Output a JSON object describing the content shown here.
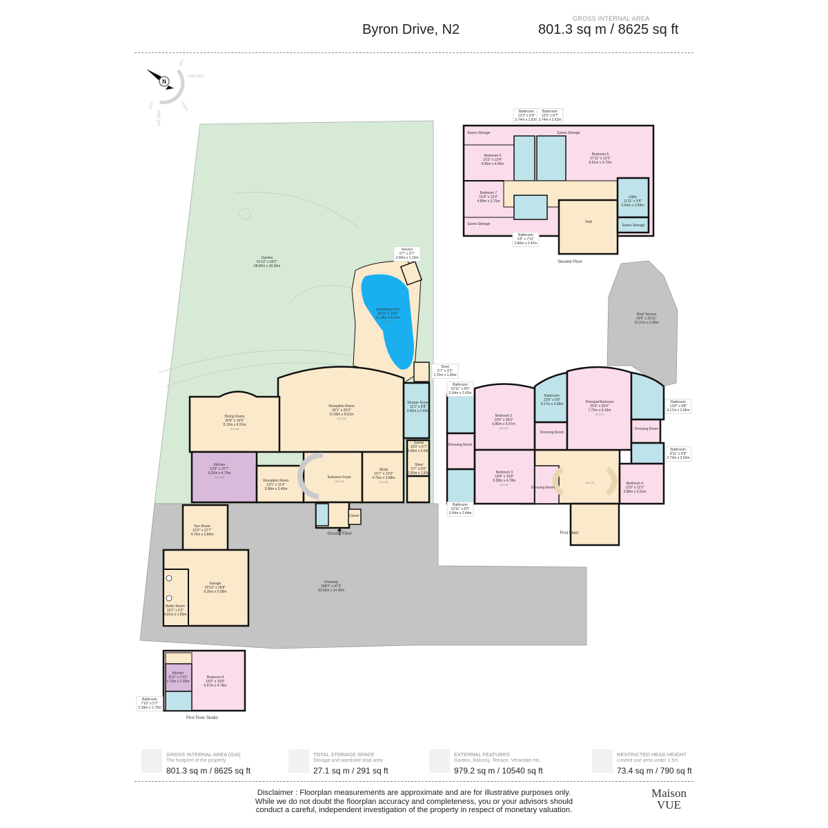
{
  "header": {
    "title": "Byron Drive, N2",
    "gia_label": "GROSS INTERNAL AREA",
    "gia_value": "801.3 sq m / 8625 sq ft"
  },
  "compass": {
    "north": "N",
    "sun_labels": [
      "am",
      "mid am",
      "noon",
      "mid pm",
      "pm"
    ]
  },
  "colors": {
    "garden": "#d6ead6",
    "hall": "#fbe9cc",
    "bedroom": "#fadcea",
    "bathroom": "#bfe3ea",
    "kitchen": "#d9badb",
    "pool": "#1ab0f0",
    "driveway": "#c4c4c4",
    "wall": "#111111"
  },
  "floors": {
    "ground": {
      "label": "Ground Floor",
      "rooms": [
        {
          "name": "Garden",
          "imperial": "91'10\" x 59'1\"",
          "metric": "28.00m x 18.00m"
        },
        {
          "name": "Service",
          "imperial": "6'7\" x 3'7\"",
          "metric": "2.00m x 1.10m"
        },
        {
          "name": "Swimming Pool",
          "imperial": "36'11\" x 19'9\"",
          "metric": "11.24m x 6.01m",
          "ch": "CH 2.90"
        },
        {
          "name": "Shed",
          "imperial": "5'7\" x 3'3\"",
          "metric": "1.70m x 1.00m"
        },
        {
          "name": "Reception Room",
          "imperial": "39'1\" x 26'3\"",
          "metric": "11.90m x 8.01m",
          "ch": "CH 2.90"
        },
        {
          "name": "Dining Room",
          "imperial": "26'8\" x 19'9\"",
          "metric": "8.13m x 6.01m",
          "ch": "CH 2.84"
        },
        {
          "name": "Shower Room",
          "imperial": "11'2\" x 8'8\"",
          "metric": "3.40m x 2.65m"
        },
        {
          "name": "Sauna",
          "imperial": "10'0\" x 6'7\"",
          "metric": "3.06m x 2.00m"
        },
        {
          "name": "Shed",
          "imperial": "6'7\" x 6'0\"",
          "metric": "2.00m x 1.83m"
        },
        {
          "name": "Kitchen",
          "imperial": "19'9\" x 15'7\"",
          "metric": "6.02m x 4.76m",
          "ch": "CH 2.65"
        },
        {
          "name": "Reception Room",
          "imperial": "13'1\" x 11'4\"",
          "metric": "3.98m x 3.45m"
        },
        {
          "name": "Entrance Foyer",
          "ch": "CH 2.96"
        },
        {
          "name": "Study",
          "imperial": "15'7\" x 12'9\"",
          "metric": "4.76m x 3.88m",
          "ch": "CH 2.95"
        },
        {
          "name": "Closet"
        },
        {
          "name": "Sun Room",
          "imperial": "15'5\" x 12'7\"",
          "metric": "4.70m x 3.84m"
        },
        {
          "name": "Garage",
          "imperial": "20'10\" x 18'8\"",
          "metric": "6.35m x 5.68m"
        },
        {
          "name": "Boiler Room",
          "imperial": "16'1\" x 6'2\"",
          "metric": "4.91m x 1.89m"
        },
        {
          "name": "Driveway",
          "imperial": "108'3\" x 47'3\"",
          "metric": "33.00m x 14.40m"
        }
      ]
    },
    "studio": {
      "label": "First Floor Studio",
      "rooms": [
        {
          "name": "Kitchen",
          "imperial": "8'11\" x 7'10\"",
          "metric": "2.73m x 2.39m"
        },
        {
          "name": "Bedroom 8",
          "imperial": "18'3\" x 15'8\"",
          "metric": "5.57m x 4.78m"
        },
        {
          "name": "Bathroom",
          "imperial": "7'10\" x 5'7\"",
          "metric": "2.39m x 1.70m"
        }
      ]
    },
    "first": {
      "label": "First Floor",
      "rooms": [
        {
          "name": "Bathroom",
          "imperial": "10'11\" x 8'0\"",
          "metric": "3.34m x 2.43m"
        },
        {
          "name": "Bedroom 2",
          "imperial": "19'0\" x 18'3\"",
          "metric": "5.80m x 5.57m",
          "ch": "CH 2.93"
        },
        {
          "name": "Bathroom",
          "imperial": "13'8\" x 9'9\"",
          "metric": "4.17m x 2.98m"
        },
        {
          "name": "Principal Bedroom",
          "imperial": "25'4\" x 20'4\"",
          "metric": "7.72m x 6.19m",
          "ch": "CH 2.79"
        },
        {
          "name": "Bathroom",
          "imperial": "13'8\" x 9'8\"",
          "metric": "4.17m x 2.95m"
        },
        {
          "name": "Dressing Room"
        },
        {
          "name": "Dressing Room"
        },
        {
          "name": "Dressing Room"
        },
        {
          "name": "Bathroom",
          "imperial": "8'11\" x 6'8\"",
          "metric": "2.73m x 2.02m"
        },
        {
          "name": "Bedroom 3",
          "imperial": "18'4\" x 15'8\"",
          "metric": "5.58m x 4.78m",
          "ch": "CH 2.67"
        },
        {
          "name": "Dressing Room"
        },
        {
          "name": "Bedroom 4",
          "imperial": "12'9\" x 11'6\"",
          "metric": "3.88m x 3.51m"
        },
        {
          "name": "Bathroom",
          "imperial": "10'11\" x 8'0\"",
          "metric": "3.34m x 2.44m"
        },
        {
          "name": "Roof Terrace",
          "imperial": "33'6\" x 20'11\"",
          "metric": "10.21m x 6.38m"
        },
        {
          "name": "",
          "ch": "CH 2.79"
        }
      ]
    },
    "second": {
      "label": "Second Floor",
      "rooms": [
        {
          "name": "Bathroom",
          "imperial": "12'3\" x 6'0\"",
          "metric": "3.74m x 1.83m"
        },
        {
          "name": "Bathroom",
          "imperial": "12'3\" x 8'7\"",
          "metric": "3.74m x 2.62m"
        },
        {
          "name": "Eaves Storage"
        },
        {
          "name": "Eaves Storage"
        },
        {
          "name": "Bedroom 6",
          "imperial": "15'3\" x 13'4\"",
          "metric": "4.65m x 4.06m"
        },
        {
          "name": "Bedroom 5",
          "imperial": "27'11\" x 12'3\"",
          "metric": "8.51m x 3.73m"
        },
        {
          "name": "Bedroom 7",
          "imperial": "15'4\" x 12'4\"",
          "metric": "4.68m x 3.75m"
        },
        {
          "name": "Utility",
          "imperial": "11'11\" x 9'6\"",
          "metric": "3.64m x 2.89m"
        },
        {
          "name": "Eaves Storage"
        },
        {
          "name": "Eaves Storage"
        },
        {
          "name": "Void"
        },
        {
          "name": "Bathroom",
          "imperial": "9'5\" x 7'11\"",
          "metric": "2.86m x 2.42m"
        }
      ]
    }
  },
  "stats": [
    {
      "title": "GROSS INTERNAL AREA (GIA)",
      "subtitle": "The footprint of the property",
      "value": "801.3 sq m / 8625 sq ft"
    },
    {
      "title": "TOTAL STORAGE SPACE",
      "subtitle": "Storage and wardrobe total area",
      "value": "27.1 sq m / 291 sq ft"
    },
    {
      "title": "EXTERNAL FEATURES",
      "subtitle": "Garden, Balcony, Terrace, Verandah etc.",
      "value": "979.2 sq m / 10540 sq ft"
    },
    {
      "title": "RESTRICTED HEAD HEIGHT",
      "subtitle": "Limited use area under 1.5m",
      "value": "73.4 sq m / 790 sq ft"
    }
  ],
  "footer": {
    "disclaimer": [
      "Disclaimer : Floorplan measurements are approximate and are for illustrative purposes only.",
      "While we do not doubt the floorplan accuracy and completeness, you or your advisors should",
      "conduct a careful, independent investigation of the property in respect of monetary valuation."
    ],
    "logo_line1": "Maison",
    "logo_line2": "VUE"
  }
}
